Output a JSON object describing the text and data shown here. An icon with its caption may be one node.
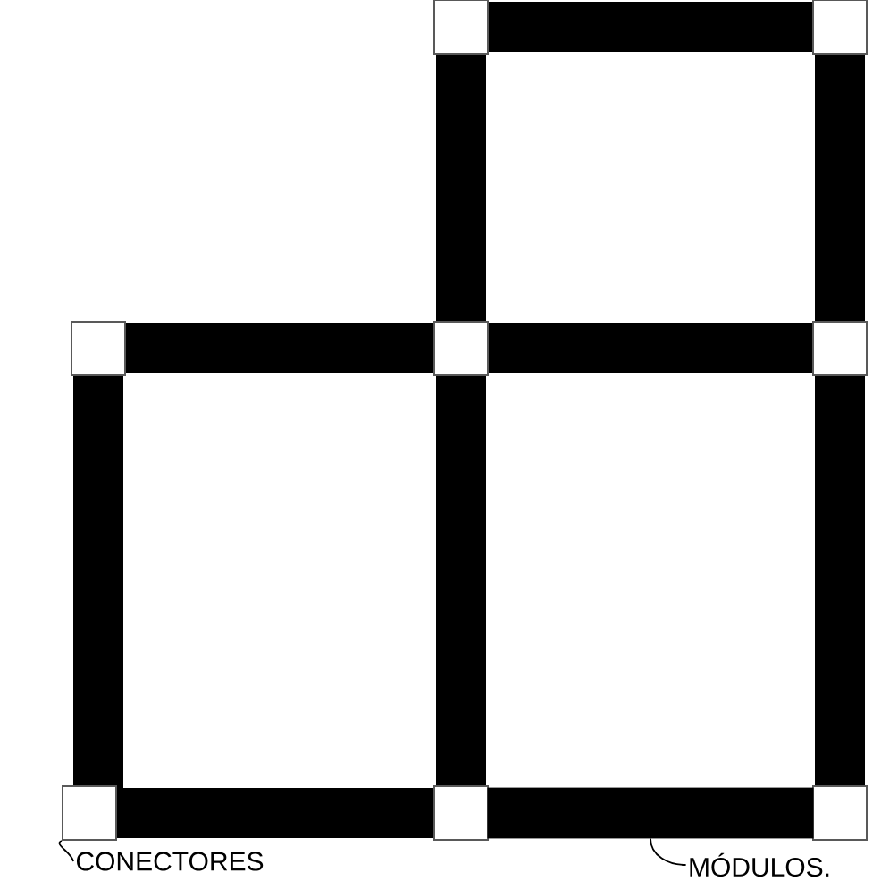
{
  "diagram": {
    "nodes": [
      {
        "text": [
          "CONECTORES"
        ]
      },
      {
        "text": [
          "MÓDULOS."
        ]
      },
      {
        "text": [],
        "shape": "box"
      },
      {
        "text": [],
        "shape": "bar"
      }
    ],
    "edges": [
      {
        "from": 0,
        "to": 2,
        "arrow": "none"
      },
      {
        "from": 1,
        "to": 3,
        "arrow": "none"
      }
    ]
  }
}
